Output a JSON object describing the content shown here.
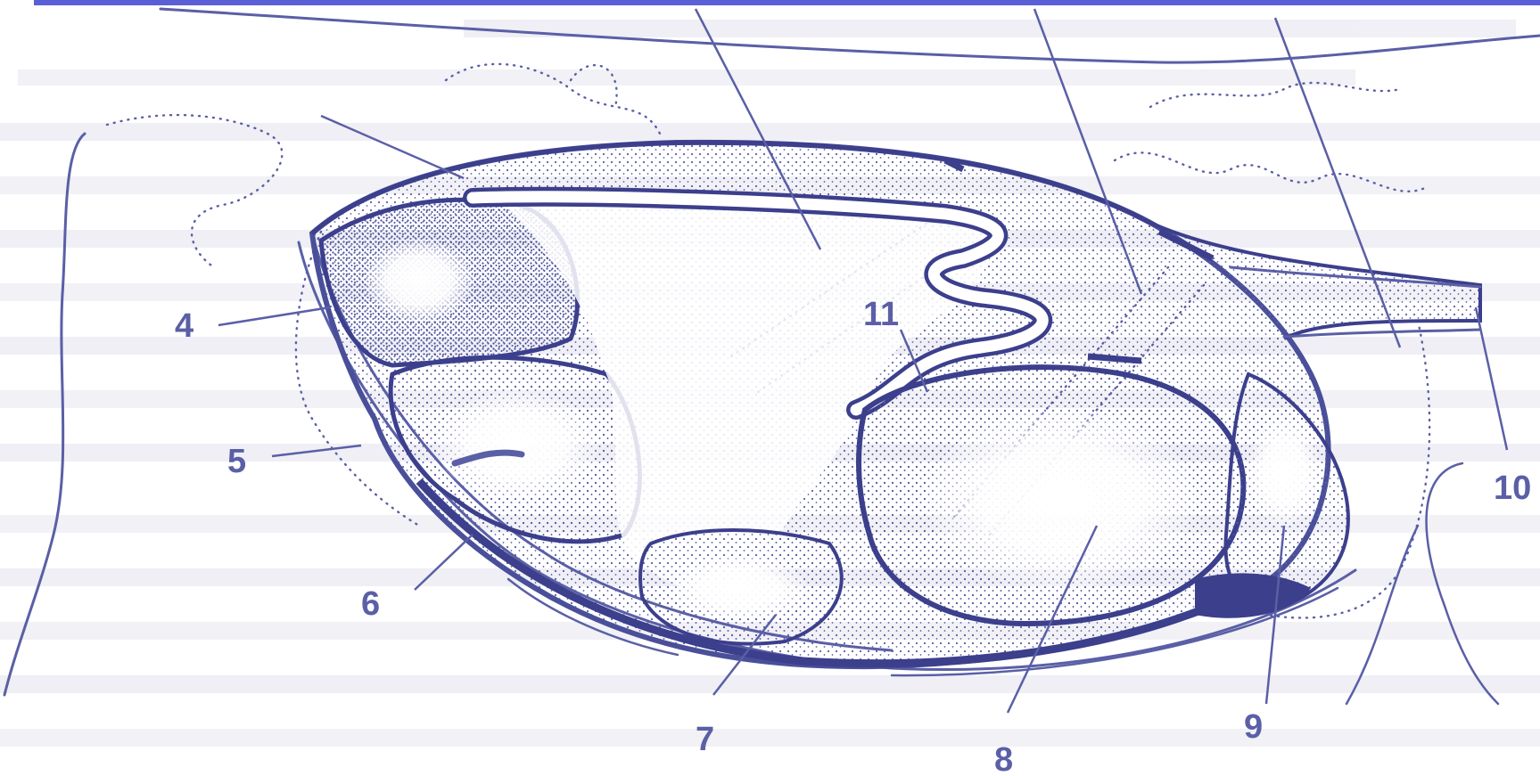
{
  "colors": {
    "ink": "#5a5fa6",
    "ink_dark": "#3c3f8c",
    "top_bar": "#5b5fd6",
    "ghost_text": "#d4d5e3",
    "background": "#ffffff"
  },
  "labels": {
    "l4": "4",
    "l5": "5",
    "l6": "6",
    "l7": "7",
    "l8": "8",
    "l9": "9",
    "l10": "10",
    "l11": "11"
  }
}
